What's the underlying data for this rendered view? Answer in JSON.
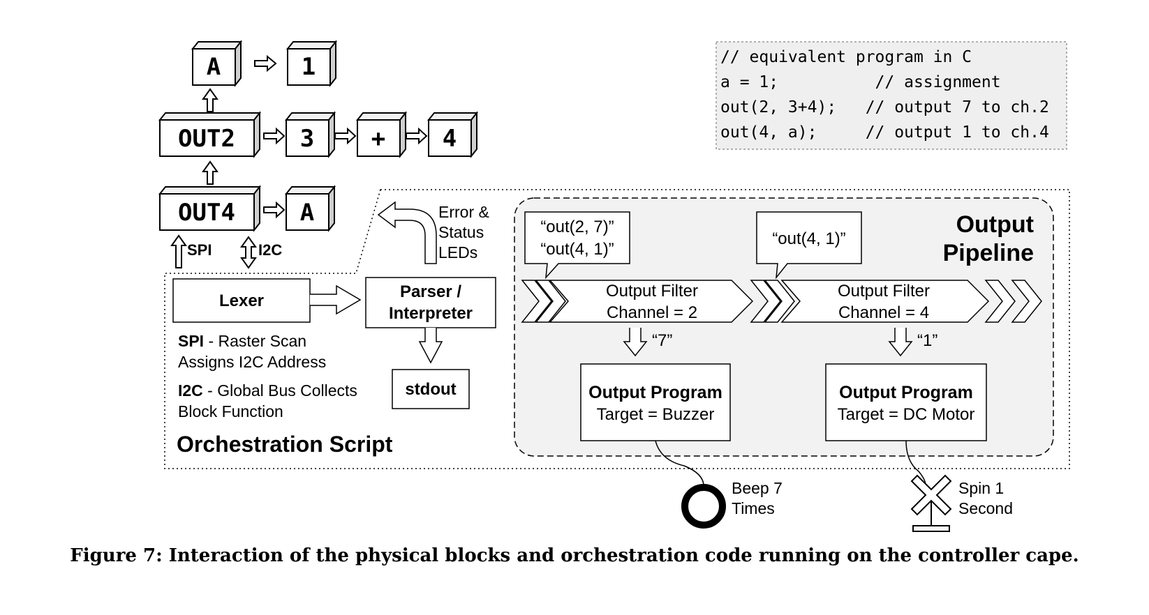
{
  "blocks": {
    "row1": [
      "A",
      "1"
    ],
    "row2": [
      "OUT2",
      "3",
      "+",
      "4"
    ],
    "row3": [
      "OUT4",
      "A"
    ]
  },
  "bus_labels": {
    "spi": "SPI",
    "i2c": "I2C"
  },
  "code": {
    "lines": [
      "// equivalent program in C",
      "a = 1;          // assignment",
      "out(2, 3+4);   // output 7 to ch.2",
      "out(4, a);     // output 1 to ch.4"
    ]
  },
  "orchestration": {
    "title": "Orchestration Script",
    "lexer": "Lexer",
    "parser_line1": "Parser /",
    "parser_line2": "Interpreter",
    "stdout": "stdout",
    "leds_line1": "Error &",
    "leds_line2": "Status",
    "leds_line3": "LEDs",
    "spi_bold": "SPI",
    "spi_rest1": " - Raster Scan",
    "spi_rest2": "Assigns I2C Address",
    "i2c_bold": "I2C",
    "i2c_rest1": " - Global Bus Collects",
    "i2c_rest2": "Block Function"
  },
  "pipeline": {
    "title_line1": "Output",
    "title_line2": "Pipeline",
    "bubble1_line1": "“out(2, 7)”",
    "bubble1_line2": "“out(4, 1)”",
    "bubble2": "“out(4, 1)”",
    "filter1_line1": "Output Filter",
    "filter1_line2": "Channel = 2",
    "filter2_line1": "Output Filter",
    "filter2_line2": "Channel = 4",
    "value1": "“7”",
    "value2": "“1”",
    "program1_title": "Output Program",
    "program1_target": "Target = Buzzer",
    "program2_title": "Output Program",
    "program2_target": "Target = DC Motor"
  },
  "devices": {
    "buzzer_line1": "Beep 7",
    "buzzer_line2": "Times",
    "motor_line1": "Spin 1",
    "motor_line2": "Second"
  },
  "caption": "Figure 7: Interaction of the physical blocks and orchestration code running on the controller cape."
}
